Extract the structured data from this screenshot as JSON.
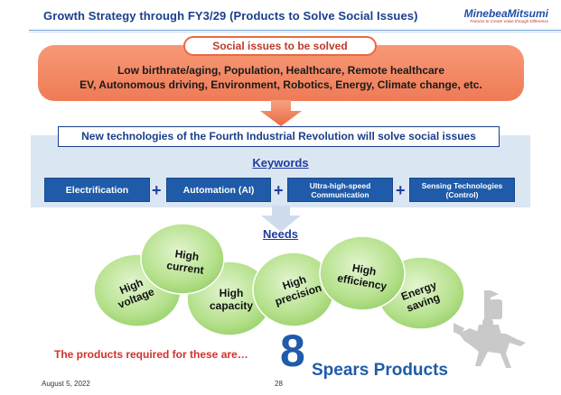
{
  "header": {
    "title": "Growth Strategy through FY3/29 (Products to Solve Social Issues)",
    "logo_name": "MinebeaMitsumi",
    "logo_tagline": "Passion to Create Value through Difference"
  },
  "social_issues": {
    "label": "Social issues to be solved",
    "line1": "Low birthrate/aging, Population, Healthcare, Remote healthcare",
    "line2": "EV, Autonomous driving, Environment, Robotics, Energy, Climate change, etc."
  },
  "tech_statement": "New technologies of the Fourth Industrial Revolution will solve social issues",
  "keywords": {
    "heading": "Keywords",
    "items": [
      {
        "line1": "Electrification",
        "line2": ""
      },
      {
        "line1": "Automation (AI)",
        "line2": ""
      },
      {
        "line1": "Ultra-high-speed",
        "line2": "Communication"
      },
      {
        "line1": "Sensing Technologies",
        "line2": "(Control)"
      }
    ],
    "plus": "+"
  },
  "needs": {
    "heading": "Needs",
    "items": [
      {
        "line1": "High",
        "line2": "voltage"
      },
      {
        "line1": "High",
        "line2": "current"
      },
      {
        "line1": "High",
        "line2": "capacity"
      },
      {
        "line1": "High",
        "line2": "precision"
      },
      {
        "line1": "High",
        "line2": "efficiency"
      },
      {
        "line1": "Energy",
        "line2": "saving"
      }
    ]
  },
  "footer": {
    "question": "The products required for these are…",
    "number": "8",
    "product_label": "Spears Products",
    "date": "August 5, 2022",
    "page": "28"
  },
  "colors": {
    "title_blue": "#1a3e8c",
    "salmon": "#f28a64",
    "keyword_blue": "#1f5ba9",
    "bubble_green": "#b5e28c",
    "accent_red": "#d0312d"
  }
}
